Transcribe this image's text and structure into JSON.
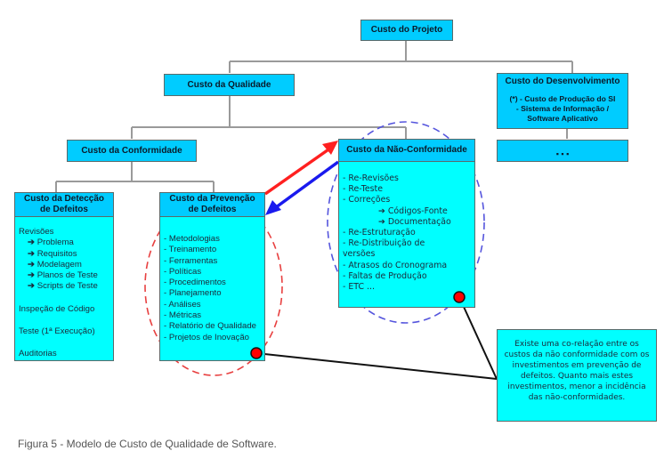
{
  "diagram": {
    "root": {
      "label": "Custo do Projeto"
    },
    "quality": {
      "label": "Custo da Qualidade"
    },
    "development": {
      "label": "Custo do Desenvolvimento",
      "description_lines": [
        "(*) - Custo de Produção do SI",
        "- Sistema de Informação /",
        "Software Aplicativo"
      ],
      "continuation": "▪  ▪  ▪"
    },
    "conformity": {
      "label": "Custo da Conformidade"
    },
    "detection": {
      "label_lines": [
        "Custo da Detecção",
        "de Defeitos"
      ],
      "group_label": "Revisões",
      "review_items": [
        "Problema",
        "Requisitos",
        "Modelagem",
        "Planos de Teste",
        "Scripts de Teste"
      ],
      "other_items": [
        "Inspeção de Código",
        "Teste (1ª Execução)",
        "Auditorias"
      ],
      "arrow_glyph": "➔"
    },
    "prevention": {
      "label_lines": [
        "Custo da Prevenção",
        "de Defeitos"
      ],
      "items": [
        "- Metodologias",
        "- Treinamento",
        "- Ferramentas",
        "- Políticas",
        "- Procedimentos",
        "- Planejamento",
        "- Análises",
        "- Métricas",
        "- Relatório de Qualidade",
        "- Projetos de Inovação"
      ]
    },
    "nonconformity": {
      "label": "Custo da Não-Conformidade",
      "items_before": [
        "- Re-Revisões",
        "- Re-Teste",
        "- Correções"
      ],
      "sub_items": [
        "Códigos-Fonte",
        "Documentação"
      ],
      "items_after": [
        "- Re-Estruturação",
        "- Re-Distribuição de",
        "versões",
        "- Atrasos do Cronograma",
        "- Faltas de Produção",
        "- ETC ..."
      ],
      "arrow_glyph": "➔"
    },
    "note": {
      "text": "Existe uma co-relação entre os custos da não conformidade com os investimentos em prevenção de defeitos. Quanto mais estes investimentos, menor a incidência das não-conformidades."
    },
    "colors": {
      "header_fill": "#00ccff",
      "body_fill": "#00ffff",
      "arrow_to_nonconformity": "#ff2020",
      "arrow_to_prevention": "#1a1aee",
      "prevention_ellipse": "#e84040",
      "nonconformity_ellipse": "#5555dd",
      "marker": "#ff0000"
    }
  },
  "caption": "Figura 5 - Modelo de Custo de Qualidade de Software."
}
